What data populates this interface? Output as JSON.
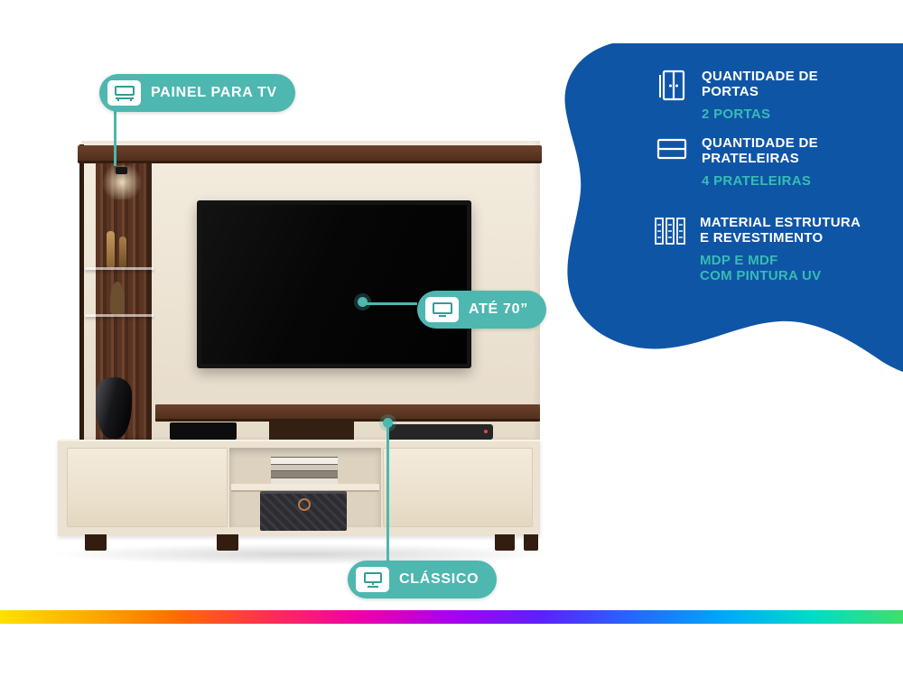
{
  "page": {
    "type": "product-infographic",
    "product": "painel-para-tv"
  },
  "callouts": {
    "painel": {
      "label": "PAINEL PARA TV",
      "icon": "tv-panel-icon"
    },
    "ate70": {
      "label": "ATÉ 70”",
      "icon": "tv-size-icon"
    },
    "classico": {
      "label": "CLÁSSICO",
      "icon": "tv-stand-icon"
    }
  },
  "specs": {
    "items": [
      {
        "icon": "doors-icon",
        "title_line1": "QUANTIDADE DE",
        "title_line2": "PORTAS",
        "value_line1": "2 PORTAS",
        "value_line2": ""
      },
      {
        "icon": "shelves-icon",
        "title_line1": "QUANTIDADE DE",
        "title_line2": "PRATELEIRAS",
        "value_line1": "4 PRATELEIRAS",
        "value_line2": ""
      },
      {
        "icon": "material-icon",
        "title_line1": "MATERIAL ESTRUTURA",
        "title_line2": "E REVESTIMENTO",
        "value_line1": "MDP E MDF",
        "value_line2": "COM PINTURA UV"
      }
    ]
  },
  "colors": {
    "blob_blue": "#0f55a6",
    "teal_pill": "#4db7b0",
    "teal_value_text": "#35bdb4",
    "cream_panel": "#efe6d8",
    "wood_brown": "#5a3423",
    "tv_black": "#0a0a0a"
  }
}
